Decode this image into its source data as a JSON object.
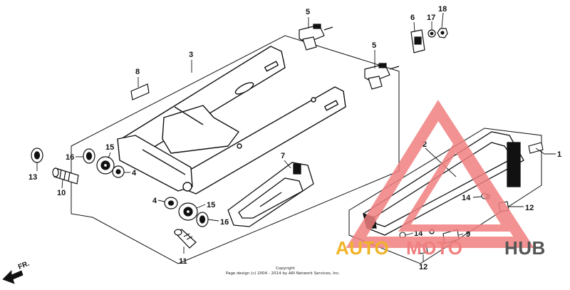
{
  "diagram": {
    "callouts": [
      "1",
      "2",
      "3",
      "4",
      "5",
      "6",
      "7",
      "8",
      "9",
      "10",
      "11",
      "12",
      "13",
      "14",
      "15",
      "16",
      "17",
      "18"
    ],
    "direction_label": "FR.",
    "copyright_lines": [
      "Copyright",
      "Page design (c) 2004 - 2014 by ARI Network Services, Inc."
    ]
  },
  "watermark": {
    "text_auto": "AUTO",
    "text_moto": "MOTO",
    "text_hub": "HUB",
    "colors": {
      "triangle": "#f08080",
      "auto": "#f0b429",
      "moto": "#f08080",
      "hub": "#555555"
    }
  }
}
